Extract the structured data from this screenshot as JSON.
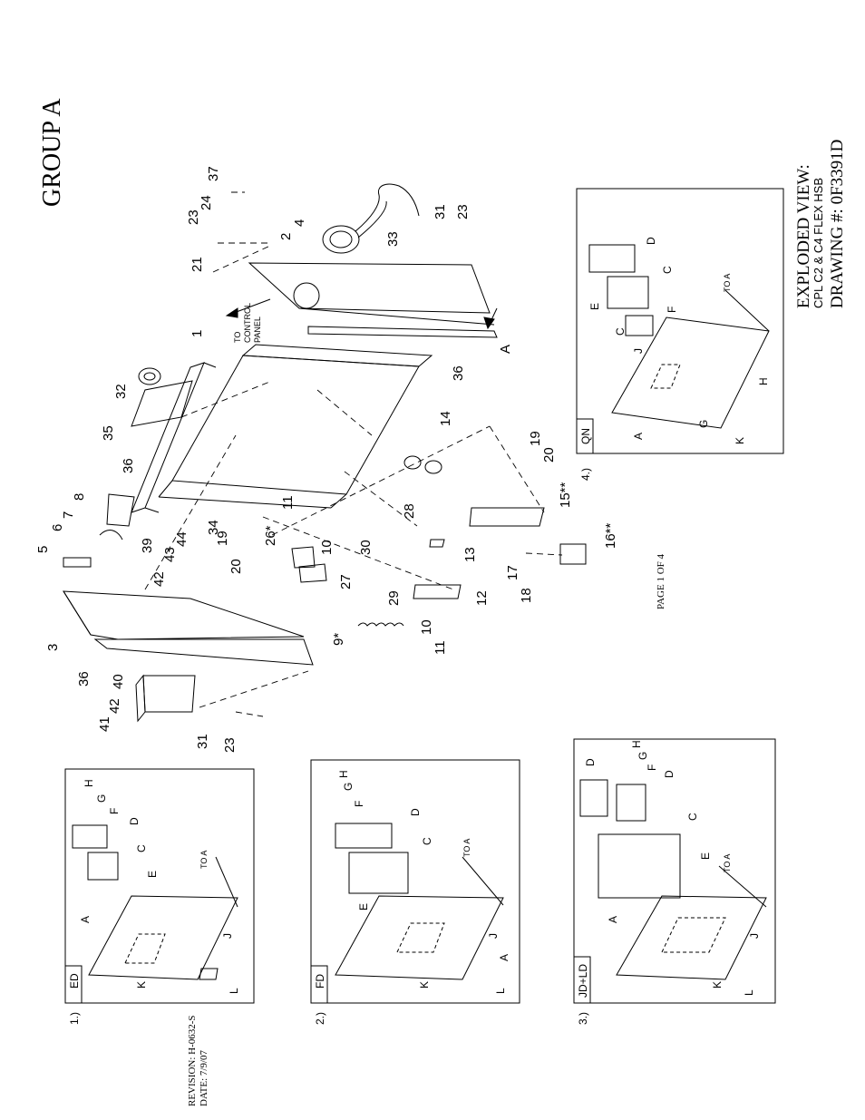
{
  "group_title": "GROUP A",
  "title_block": {
    "line1": "EXPLODED VIEW:",
    "line2": "CPL C2 & C4 FLEX HSB",
    "line3": "DRAWING #: 0F3391D"
  },
  "page_label": "PAGE 1 OF 4",
  "revision": "REVISION: H-0632-S",
  "date": "DATE:  7/9/07",
  "main_callouts": {
    "to_control": "TO",
    "to_control2": "CONTROL",
    "to_control3": "PANEL",
    "a_ref": "A"
  },
  "part_numbers": [
    "1",
    "2",
    "3",
    "4",
    "5",
    "6",
    "7",
    "8",
    "9*",
    "10",
    "10",
    "11",
    "11",
    "12",
    "13",
    "14",
    "15**",
    "16**",
    "17",
    "18",
    "19",
    "19",
    "20",
    "20",
    "21",
    "23",
    "23",
    "23",
    "24",
    "26*",
    "27",
    "28",
    "29",
    "30",
    "31",
    "31",
    "32",
    "33",
    "34",
    "35",
    "36",
    "36",
    "36",
    "37",
    "39",
    "40",
    "41",
    "42",
    "42",
    "43",
    "44"
  ],
  "insets": [
    {
      "num": "1.)",
      "tab": "ED",
      "labels": [
        "A",
        "C",
        "D",
        "E",
        "F",
        "G",
        "H",
        "J",
        "K",
        "L"
      ],
      "to_a": "TO A"
    },
    {
      "num": "2.)",
      "tab": "FD",
      "labels": [
        "A",
        "C",
        "D",
        "E",
        "F",
        "G",
        "H",
        "J",
        "K",
        "L"
      ],
      "to_a": "TO A"
    },
    {
      "num": "3.)",
      "tab": "JD+LD",
      "labels": [
        "A",
        "C",
        "D",
        "D",
        "E",
        "F",
        "G",
        "H",
        "J",
        "K",
        "L"
      ],
      "to_a": "TO A"
    },
    {
      "num": "4.)",
      "tab": "QN",
      "labels": [
        "A",
        "C",
        "C",
        "D",
        "E",
        "F",
        "G",
        "H",
        "J",
        "K"
      ],
      "to_a": "TO A"
    }
  ]
}
